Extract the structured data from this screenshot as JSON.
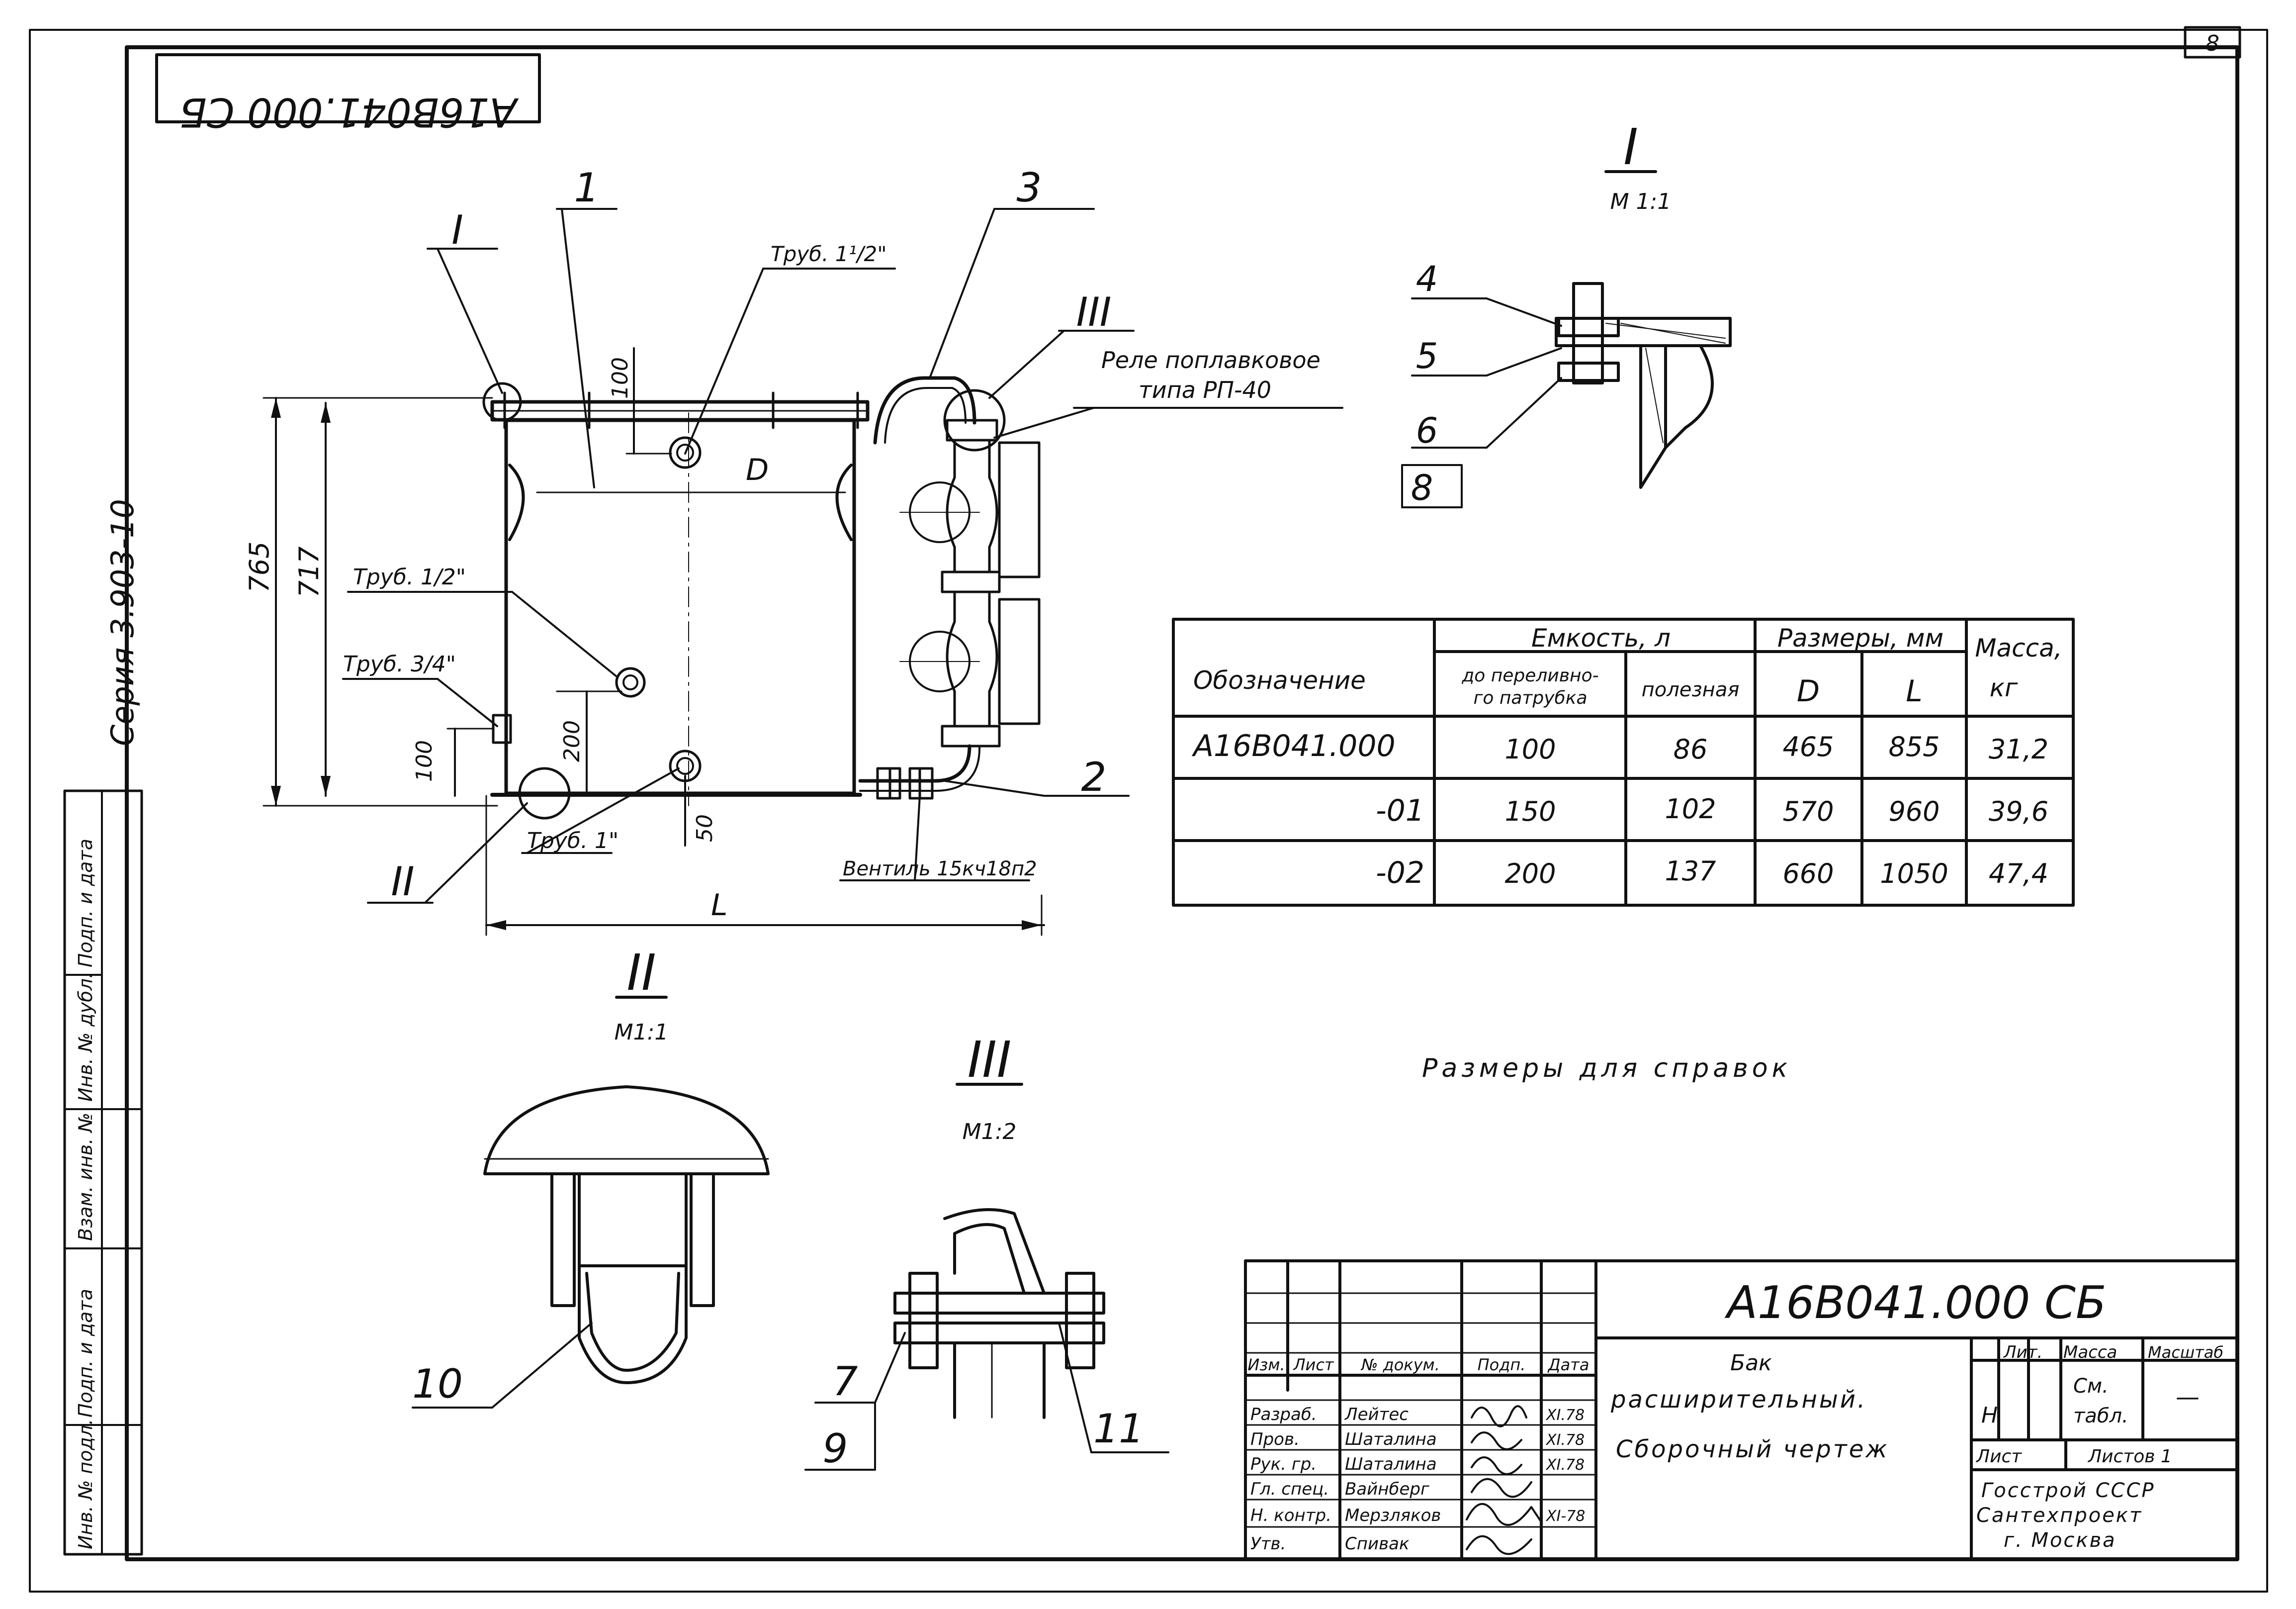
{
  "sheet": {
    "number": "8"
  },
  "doc_code_stamp": "А16В041.000 СБ",
  "series": "Серия 3.903-10",
  "main_view": {
    "labels": {
      "view_I": "I",
      "pos1": "1",
      "pos3": "3",
      "pos2": "2",
      "view_III": "III",
      "view_II": "II",
      "pipe_1_1_2": "Труб. 1¹/2\"",
      "pipe_1_2": "Труб. 1/2\"",
      "pipe_3_4": "Труб. 3/4\"",
      "pipe_1": "Труб. 1\"",
      "relay_line1": "Реле поплавковое",
      "relay_line2": "типа РП-40",
      "valve": "Вентиль 15кч18п2",
      "dim_765": "765",
      "dim_717": "717",
      "dim_100_top": "100",
      "dim_D": "D",
      "dim_200": "200",
      "dim_100_bottom": "100",
      "dim_50": "50",
      "dim_L": "L"
    }
  },
  "detail_I": {
    "title": "I",
    "scale": "М 1:1",
    "callouts": [
      "4",
      "5",
      "6",
      "8"
    ]
  },
  "detail_II": {
    "title": "II",
    "scale": "М1:1",
    "callouts": [
      "10"
    ]
  },
  "detail_III": {
    "title": "III",
    "scale": "М1:2",
    "callouts": [
      "7",
      "9",
      "11"
    ]
  },
  "spec_table": {
    "headers": {
      "designation": "Обозначение",
      "capacity": "Емкость, л",
      "cap_overflow": [
        "до переливно-",
        "го патрубка"
      ],
      "cap_useful": "полезная",
      "dims": "Размеры, мм",
      "dim_D": "D",
      "dim_L": "L",
      "mass": [
        "Масса,",
        "кг"
      ]
    },
    "rows": [
      {
        "designation": "А16В041.000",
        "overflow": "100",
        "useful": "86",
        "D": "465",
        "L": "855",
        "mass": "31,2"
      },
      {
        "designation": "-01",
        "overflow": "150",
        "useful": "102",
        "D": "570",
        "L": "960",
        "mass": "39,6"
      },
      {
        "designation": "-02",
        "overflow": "200",
        "useful": "137",
        "D": "660",
        "L": "1050",
        "mass": "47,4"
      }
    ]
  },
  "note": "Размеры для справок",
  "left_strip": {
    "labels": [
      "Инв. № подл.",
      "Подп. и дата",
      "Взам. инв. №",
      "Инв. № дубл.",
      "Подп. и дата"
    ]
  },
  "title_block": {
    "doc_code": "А16В041.000 СБ",
    "title_line1": "Бак",
    "title_line2": "расширительный.",
    "title_line3": "Сборочный чертеж",
    "lit_label": "Лит.",
    "lit_value": "Н",
    "mass_label": "Масса",
    "mass_value_line1": "См.",
    "mass_value_line2": "табл.",
    "scale_label": "Масштаб",
    "scale_value": "—",
    "sheet_label": "Лист",
    "sheets_label": "Листов 1",
    "org_line1": "Госстрой СССР",
    "org_line2": "Сантехпроект",
    "org_line3": "г. Москва",
    "header_cols": [
      "Изм.",
      "Лист",
      "№ докум.",
      "Подп.",
      "Дата"
    ],
    "signatures": [
      {
        "role": "Разраб.",
        "name": "Лейтес",
        "date": "XI.78"
      },
      {
        "role": "Пров.",
        "name": "Шаталина",
        "date": "XI.78"
      },
      {
        "role": "Рук. гр.",
        "name": "Шаталина",
        "date": "XI.78"
      },
      {
        "role": "Гл. спец.",
        "name": "Вайнберг",
        "date": ""
      },
      {
        "role": "Н. контр.",
        "name": "Мерзляков",
        "date": "XI-78"
      },
      {
        "role": "Утв.",
        "name": "Спивак",
        "date": ""
      }
    ]
  }
}
